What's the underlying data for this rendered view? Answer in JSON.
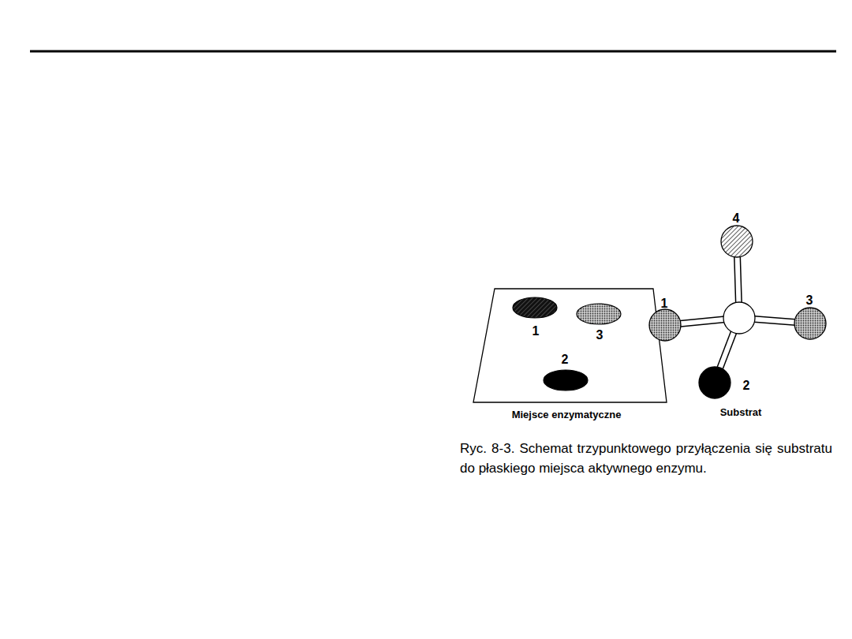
{
  "diagram": {
    "caption": "Ryc. 8-3. Schemat trzypunktowego przyłączenia się substratu do płaskiego miejsca aktywnego enzymu.",
    "labels": [
      "4",
      "1",
      "3",
      "1",
      "3",
      "2",
      "2",
      "Miejsce enzymatyczne",
      "Substrat"
    ]
  }
}
